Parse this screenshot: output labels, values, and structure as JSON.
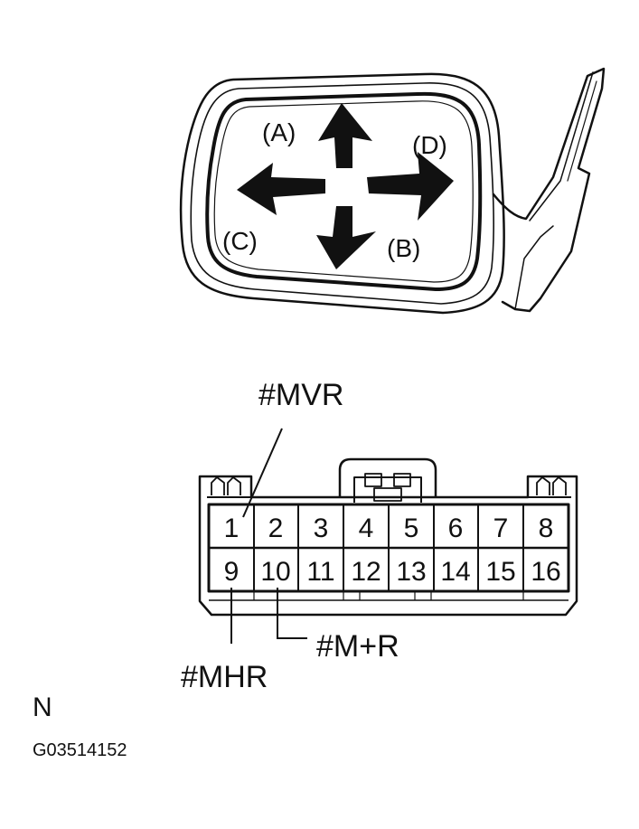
{
  "mirror": {
    "directions": [
      {
        "key": "A",
        "label": "(A)"
      },
      {
        "key": "D",
        "label": "(D)"
      },
      {
        "key": "C",
        "label": "(C)"
      },
      {
        "key": "B",
        "label": "(B)"
      }
    ]
  },
  "connector": {
    "top_row": [
      "1",
      "2",
      "3",
      "4",
      "5",
      "6",
      "7",
      "8"
    ],
    "bottom_row": [
      "9",
      "10",
      "11",
      "12",
      "13",
      "14",
      "15",
      "16"
    ],
    "callouts": {
      "mvr": "#MVR",
      "mhr": "#MHR",
      "mpr": "#M+R"
    }
  },
  "footer": {
    "letter": "N",
    "code": "G03514152"
  }
}
